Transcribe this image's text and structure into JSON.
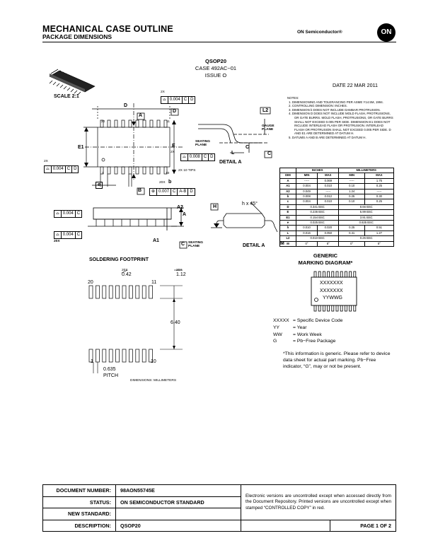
{
  "header": {
    "title": "MECHANICAL CASE OUTLINE",
    "subtitle": "PACKAGE DIMENSIONS",
    "brand": "ON Semiconductor®",
    "logo_text": "ON"
  },
  "package": {
    "name": "QSOP20",
    "case": "CASE 492AC−01",
    "issue": "ISSUE O",
    "date": "DATE 22 MAR 2011",
    "scale": "SCALE 2:1"
  },
  "notes": [
    "NOTES:",
    "1.  DIMENSIONING AND TOLERANCING PER ASME Y14.5M, 1994.",
    "2.  CONTROLLING DIMENSION: INCHES.",
    "3.  DIMENSION b DOES NOT INCLUDE DAMBAR PROTRUSION.",
    "4.  DIMENSION D DOES NOT INCLUDE MOLD FLASH, PROTRUSIONS, OR GATE BURRS. MOLD FLASH, PROTRUSIONS, OR GATE BURRS SHALL NOT EXCEED 0.005 PER SIDE. DIMENSION E1 DOES NOT INCLUDE INTERLEAD FLASH OR PROTRUSION. INTERLEAD FLASH OR PROTRUSION SHALL NOT EXCEED 0.005 PER SIDE. D AND E1 ARE DETERMINED AT DATUM H.",
    "5.  DATUMS A AND B ARE DETERMINED AT DATUM H."
  ],
  "dim_table": {
    "group_headers": [
      "INCHES",
      "MILLIMETERS"
    ],
    "headers": [
      "DIM",
      "MIN",
      "MAX",
      "MIN",
      "MAX"
    ],
    "rows": [
      [
        "A",
        "-----",
        "0.069",
        "-----",
        "1.75"
      ],
      [
        "A1",
        "0.004",
        "0.010",
        "0.10",
        "0.25"
      ],
      [
        "A2",
        "0.049",
        "-----",
        "1.24",
        "-----"
      ],
      [
        "b",
        "0.008",
        "0.012",
        "0.25",
        "0.30"
      ],
      [
        "c",
        "0.004",
        "0.010",
        "0.10",
        "0.25"
      ],
      [
        "D",
        "0.341 BSC",
        "",
        "8.66 BSC",
        ""
      ],
      [
        "E",
        "0.236 BSC",
        "",
        "5.99 BSC",
        ""
      ],
      [
        "E1",
        "0.154 BSC",
        "",
        "3.91 BSC",
        ""
      ],
      [
        "e",
        "0.025 BSC",
        "",
        "0.635 BSC",
        ""
      ],
      [
        "h",
        "0.010",
        "0.020",
        "0.25",
        "0.51"
      ],
      [
        "L",
        "0.016",
        "0.050",
        "0.41",
        "1.27"
      ],
      [
        "L2",
        "0.010 BSC",
        "",
        "0.25 BSC",
        ""
      ],
      [
        "M",
        "0°",
        "8°",
        "0°",
        "8°"
      ]
    ]
  },
  "top_view": {
    "pin20": "20",
    "pin11": "11",
    "pin1": "1",
    "pin10": "10",
    "dim_D": "D",
    "dim_E": "E",
    "dim_E1": "E1",
    "dim_e": "e",
    "dim_b": "b",
    "datum_A": "A",
    "datum_B": "B",
    "datum_D": "D",
    "tol_top_count": "2X",
    "tol_top_value": "0.004",
    "tol_top_ref1": "C",
    "tol_top_ref2": "D",
    "tol_left_count": "2X",
    "tol_left_value": "0.004",
    "tol_left_ref1": "C",
    "tol_left_ref2": "D",
    "tol_side_count": "2X",
    "tol_side_value": "0.008",
    "tol_side_ref1": "C",
    "tol_side_ref2": "D",
    "tips": "2X 10 TIPS",
    "b_count": "20X",
    "pos_value": "0.007",
    "pos_ref1": "C",
    "pos_ref2": "A-B",
    "pos_ref3": "D"
  },
  "detail_a": {
    "label": "DETAIL A",
    "l2": "L2",
    "gauge": "GAUGE PLANE",
    "seating": "SEATING PLANE",
    "L": "L",
    "C": "C",
    "datum_C": "C"
  },
  "side_view": {
    "A2": "A2",
    "A": "A",
    "A1": "A1",
    "tol1_value": "0.004",
    "tol1_ref": "C",
    "tol2_value": "0.004",
    "tol2_ref": "C",
    "count": "20X",
    "datum_C": "C",
    "seating": "SEATING PLANE"
  },
  "end_view": {
    "chamfer": "h x 45°",
    "datum_H": "H",
    "label": "DETAIL A",
    "M": "M"
  },
  "footprint": {
    "title": "SOLDERING FOOTPRINT",
    "pad_w_count": "20X",
    "pad_w": "0.42",
    "pad_l_count": "20X",
    "pad_l": "1.12",
    "pin20": "20",
    "pin11": "11",
    "pin1": "1",
    "pin10": "10",
    "span": "6.40",
    "pitch_value": "0.635",
    "pitch_label": "PITCH",
    "units": "DIMENSIONS: MILLIMETERS"
  },
  "marking": {
    "title_1": "GENERIC",
    "title_2": "MARKING DIAGRAM*",
    "line1": "XXXXXXX",
    "line2": "XXXXXXX",
    "line3": "YYWWG",
    "legend": [
      {
        "key": "XXXXX",
        "value": "= Specific Device Code"
      },
      {
        "key": "YY",
        "value": "= Year"
      },
      {
        "key": "WW",
        "value": "= Work Week"
      },
      {
        "key": "G",
        "value": "= Pb−Free Package"
      }
    ],
    "footnote": "*This information is generic. Please refer to device data sheet for actual part marking. Pb−Free indicator, “G”, may or not be present."
  },
  "doc_block": {
    "doc_number_label": "DOCUMENT NUMBER:",
    "doc_number": "98AON55745E",
    "status_label": "STATUS:",
    "status": "ON SEMICONDUCTOR STANDARD",
    "new_standard_label": "NEW STANDARD:",
    "new_standard": "",
    "description_label": "DESCRIPTION:",
    "description": "QSOP20",
    "page": "PAGE 1 OF 2",
    "disclaimer": "Electronic versions are uncontrolled except when accessed directly from the Document Repository. Printed versions are uncontrolled except when stamped “CONTROLLED COPY” in red."
  }
}
